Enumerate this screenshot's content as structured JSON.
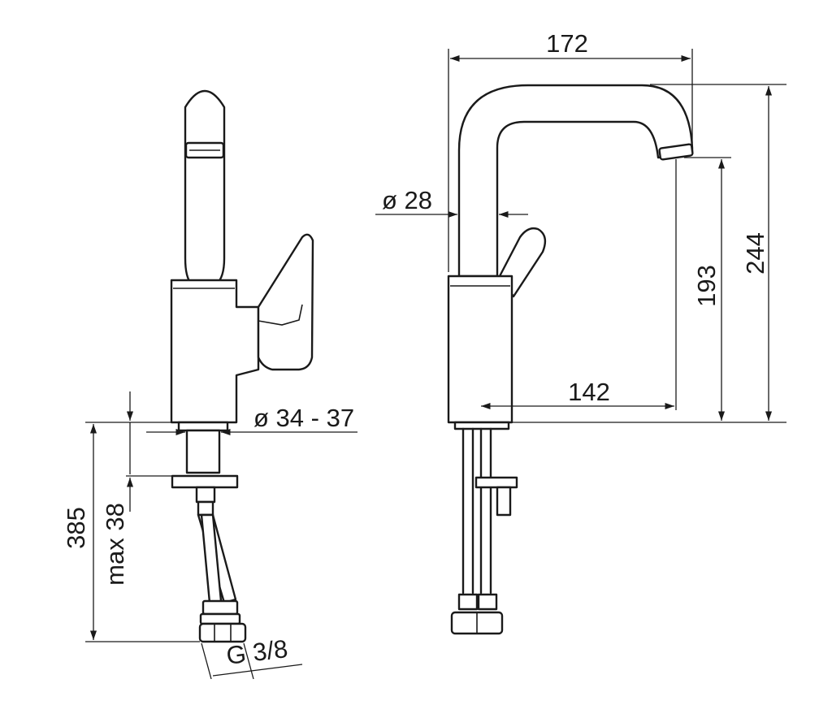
{
  "drawing": {
    "side_view": {
      "dim_diameter_base": "ø 34 - 37",
      "dim_total_height": "385",
      "dim_max_deck": "max 38",
      "dim_thread": "G 3/8"
    },
    "front_view": {
      "dim_spout_reach": "172",
      "dim_spout_diameter": "ø 28",
      "dim_outlet_height": "193",
      "dim_total_height": "244",
      "dim_reach_to_outlet": "142"
    }
  }
}
